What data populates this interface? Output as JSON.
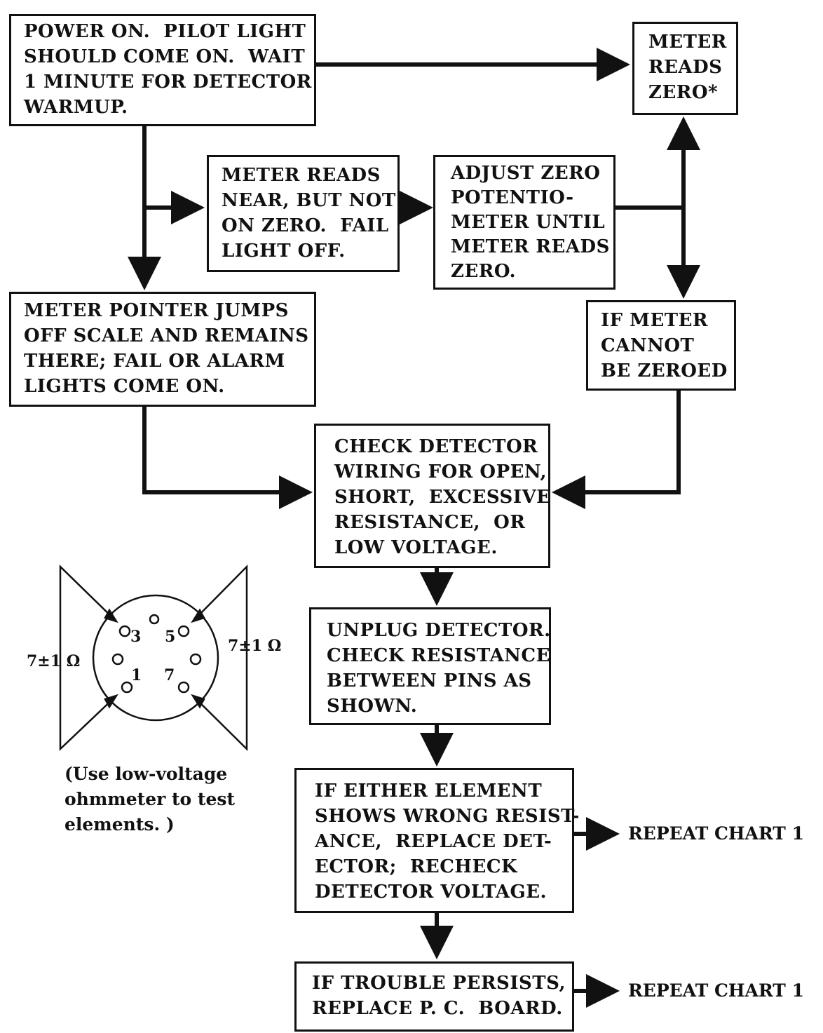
{
  "boxes": {
    "power_on": [
      "POWER ON.  PILOT LIGHT",
      "SHOULD COME ON.  WAIT",
      "1 MINUTE FOR DETECTOR",
      "WARMUP."
    ],
    "meter_reads_zero": [
      "METER",
      "READS",
      "ZERO*"
    ],
    "meter_near_zero": [
      "METER READS",
      "NEAR, BUT NOT",
      "ON ZERO.  FAIL",
      "LIGHT OFF."
    ],
    "adjust_zero": [
      "ADJUST ZERO",
      "POTENTIO-",
      "METER UNTIL",
      "METER READS",
      "ZERO."
    ],
    "pointer_jumps": [
      "METER POINTER JUMPS",
      "OFF SCALE AND REMAINS",
      "THERE; FAIL OR ALARM",
      "LIGHTS COME ON."
    ],
    "cannot_zero": [
      "IF METER",
      "CANNOT",
      "BE ZEROED"
    ],
    "check_wiring": [
      "CHECK DETECTOR",
      "WIRING FOR OPEN,",
      "SHORT,  EXCESSIVE",
      "RESISTANCE,  OR",
      "LOW VOLTAGE."
    ],
    "unplug": [
      "UNPLUG DETECTOR.",
      "CHECK RESISTANCE",
      "BETWEEN PINS AS",
      "SHOWN."
    ],
    "wrong_resistance": [
      "IF EITHER ELEMENT",
      "SHOWS WRONG RESIST-",
      "ANCE,  REPLACE DET-",
      "ECTOR;  RECHECK",
      "DETECTOR VOLTAGE."
    ],
    "trouble_persists": [
      "IF TROUBLE PERSISTS,",
      "REPLACE P. C.  BOARD."
    ]
  },
  "outcomes": {
    "repeat_1": "REPEAT CHART 1",
    "repeat_2": "REPEAT CHART 1"
  },
  "connector": {
    "pin_labels": [
      "3",
      "5",
      "1",
      "7"
    ],
    "resistance_left": "7±1 Ω",
    "resistance_right": "7±1 Ω",
    "note": [
      "(Use low-voltage",
      "ohmmeter to test",
      "elements. )"
    ]
  }
}
